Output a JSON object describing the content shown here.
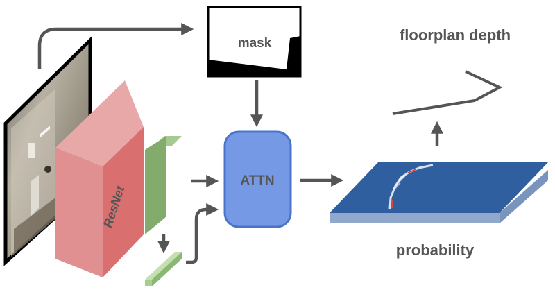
{
  "labels": {
    "mask": "mask",
    "resnet": "ResNet",
    "attn": "ATTN",
    "floorplan_depth": "floorplan depth",
    "probability": "probability"
  },
  "colors": {
    "arrow": "#555555",
    "resnet_front": "#e09090",
    "resnet_side": "#d96f6f",
    "resnet_top": "#e8a8a8",
    "feature_front": "#82ab6c",
    "feature_side": "#5f8a4a",
    "small_feature": "#a6cf8e",
    "attn_fill": "#7699e6",
    "attn_stroke": "#4a74c8",
    "prob_top": "#2f5f9e",
    "prob_side": "#8fa8cc"
  }
}
